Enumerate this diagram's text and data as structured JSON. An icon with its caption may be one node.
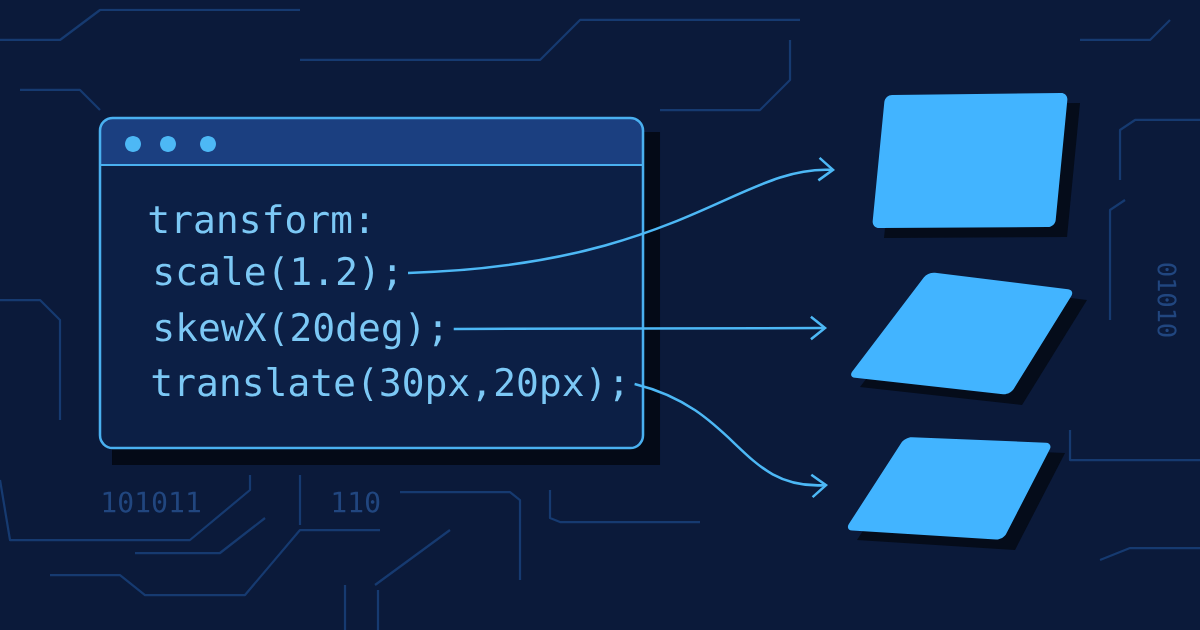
{
  "diagram": {
    "nodes": [
      {
        "text": [
          "transform:"
        ]
      },
      {
        "text": [
          "scale(1.2);"
        ],
        "in": 0
      },
      {
        "text": [
          "skewX(20deg);"
        ],
        "in": 0
      },
      {
        "text": [
          "translate(30px,20px);"
        ],
        "in": 0
      },
      {
        "text": [],
        "shape": "box"
      },
      {
        "text": [],
        "shape": "box"
      },
      {
        "text": [],
        "shape": "box"
      }
    ],
    "edges": [
      {
        "from": 1,
        "to": 4,
        "arrow": "to"
      },
      {
        "from": 2,
        "to": 5,
        "arrow": "to"
      },
      {
        "from": 3,
        "to": 6,
        "arrow": "to"
      }
    ],
    "labels": [
      "01010",
      "101011",
      "110"
    ]
  }
}
